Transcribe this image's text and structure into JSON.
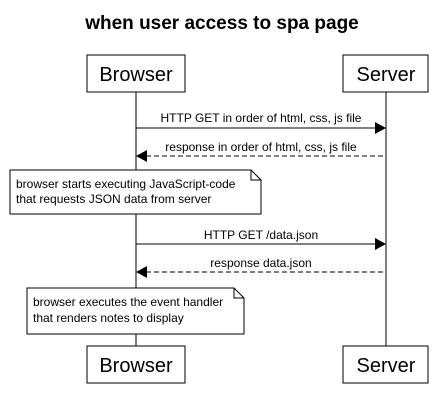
{
  "diagram": {
    "title": "when user access to spa page",
    "participants": {
      "browser": "Browser",
      "server": "Server"
    },
    "messages": [
      {
        "label": "HTTP GET in order of html, css, js file",
        "from": "browser",
        "to": "server",
        "style": "solid"
      },
      {
        "label": "response in order of html, css, js file",
        "from": "server",
        "to": "browser",
        "style": "dashed"
      },
      {
        "label": "HTTP GET /data.json",
        "from": "browser",
        "to": "server",
        "style": "solid"
      },
      {
        "label": "response data.json",
        "from": "server",
        "to": "browser",
        "style": "dashed"
      }
    ],
    "notes": [
      {
        "lines": [
          "browser starts executing JavaScript-code",
          "that requests JSON data from server"
        ]
      },
      {
        "lines": [
          "browser executes the event handler",
          "that renders notes to display"
        ]
      }
    ]
  },
  "colors": {
    "stroke": "#000000",
    "background": "#ffffff",
    "text": "#000000"
  }
}
